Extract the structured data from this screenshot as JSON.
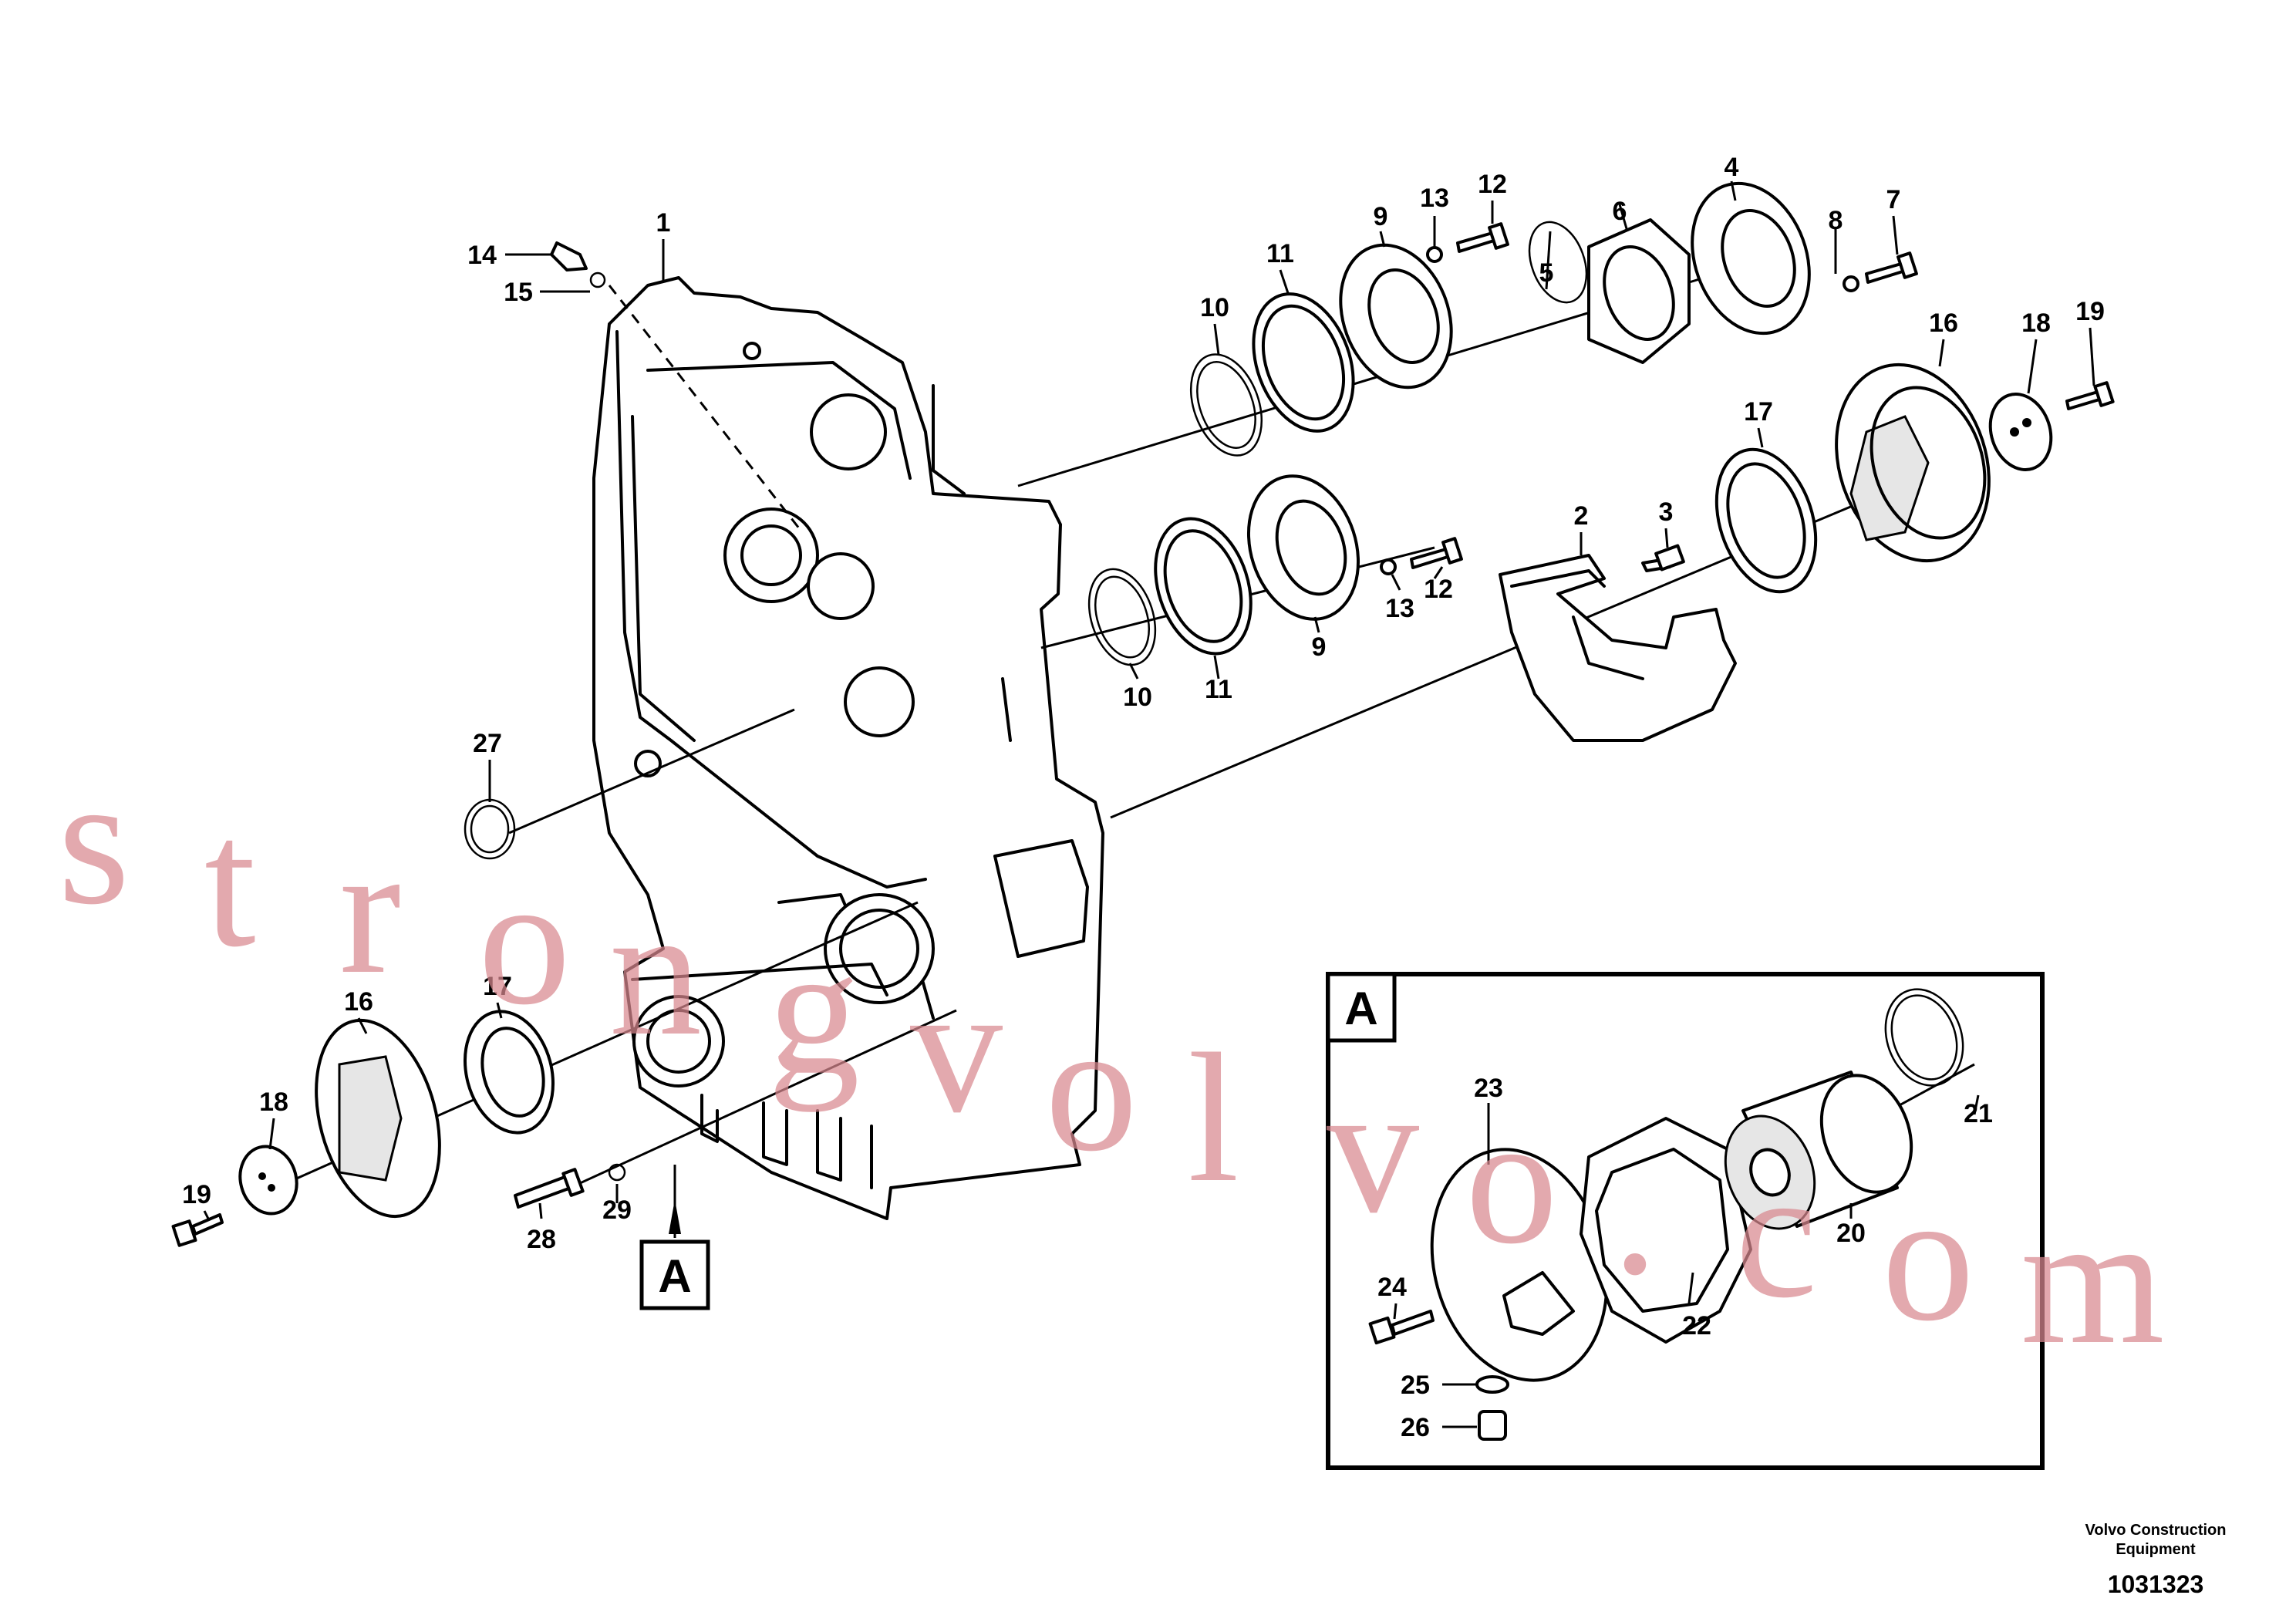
{
  "callouts": {
    "c1": "1",
    "c2": "2",
    "c3": "3",
    "c4": "4",
    "c5": "5",
    "c6": "6",
    "c7": "7",
    "c8": "8",
    "c9a": "9",
    "c9b": "9",
    "c10a": "10",
    "c10b": "10",
    "c11a": "11",
    "c11b": "11",
    "c12a": "12",
    "c12b": "12",
    "c13a": "13",
    "c13b": "13",
    "c14": "14",
    "c15": "15",
    "c16a": "16",
    "c16b": "16",
    "c17a": "17",
    "c17b": "17",
    "c18a": "18",
    "c18b": "18",
    "c19a": "19",
    "c19b": "19",
    "c20": "20",
    "c21": "21",
    "c22": "22",
    "c23": "23",
    "c24": "24",
    "c25": "25",
    "c26": "26",
    "c27": "27",
    "c28": "28",
    "c29": "29"
  },
  "view_marker": "A",
  "detail_label": "A",
  "watermark": {
    "chars": [
      "s",
      "t",
      "r",
      "o",
      "n",
      "g",
      "v",
      "o",
      "l",
      "v",
      "o",
      ".",
      "c",
      "o",
      "m"
    ],
    "color": "#d9888f"
  },
  "footer": {
    "company_line1": "Volvo Construction",
    "company_line2": "Equipment",
    "drawing_number": "1031323"
  }
}
